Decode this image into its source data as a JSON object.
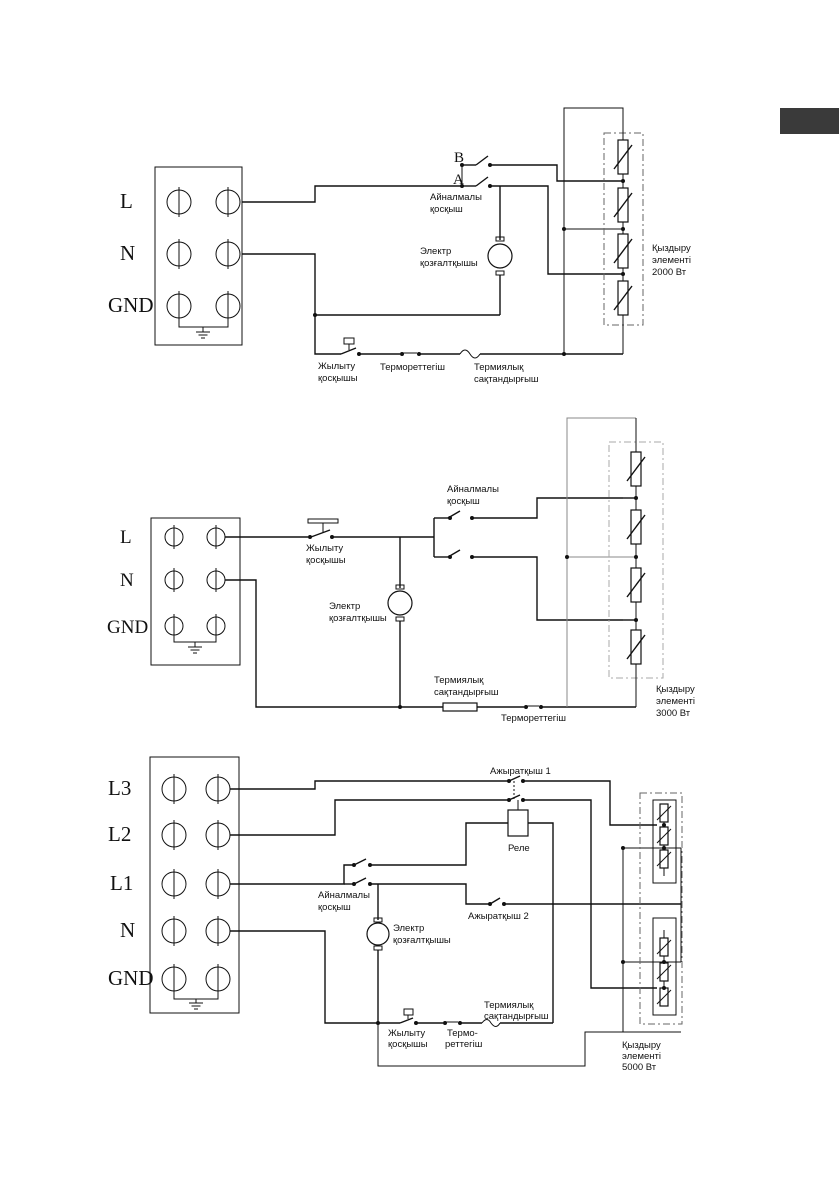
{
  "page": {
    "tab_color": "#3a3a3a"
  },
  "diagram1": {
    "terminals": [
      "L",
      "N",
      "GND"
    ],
    "switch_positions": [
      "B",
      "A"
    ],
    "rotary_switch": [
      "Айналмалы",
      "қосқыш"
    ],
    "motor": [
      "Электр",
      "қозғалтқышы"
    ],
    "heating_element": [
      "Қыздыру",
      "элементі",
      "2000 Вт"
    ],
    "heat_switch": [
      "Жылыту",
      "қосқышы"
    ],
    "thermostat": "Термореттегіш",
    "thermal_fuse": [
      "Термиялық",
      "сақтандырғыш"
    ]
  },
  "diagram2": {
    "terminals": [
      "L",
      "N",
      "GND"
    ],
    "rotary_switch": [
      "Айналмалы",
      "қосқыш"
    ],
    "heat_switch": [
      "Жылыту",
      "қосқышы"
    ],
    "motor": [
      "Электр",
      "қозғалтқышы"
    ],
    "thermal_fuse": [
      "Термиялық",
      "сақтандырғыш"
    ],
    "thermostat": "Термореттегіш",
    "heating_element": [
      "Қыздыру",
      "элементі",
      "3000 Вт"
    ]
  },
  "diagram3": {
    "terminals": [
      "L3",
      "L2",
      "L1",
      "N",
      "GND"
    ],
    "breaker1": "Ажыратқыш 1",
    "relay": "Реле",
    "rotary_switch": [
      "Айналмалы",
      "қосқыш"
    ],
    "breaker2": "Ажыратқыш 2",
    "motor": [
      "Электр",
      "қозғалтқышы"
    ],
    "thermal_fuse": [
      "Термиялық",
      "сақтандырғыш"
    ],
    "heat_switch": [
      "Жылыту",
      "қосқышы"
    ],
    "thermostat": [
      "Термо-",
      "реттегіш"
    ],
    "heating_element": [
      "Қыздыру",
      "элементі",
      "5000 Вт"
    ]
  }
}
